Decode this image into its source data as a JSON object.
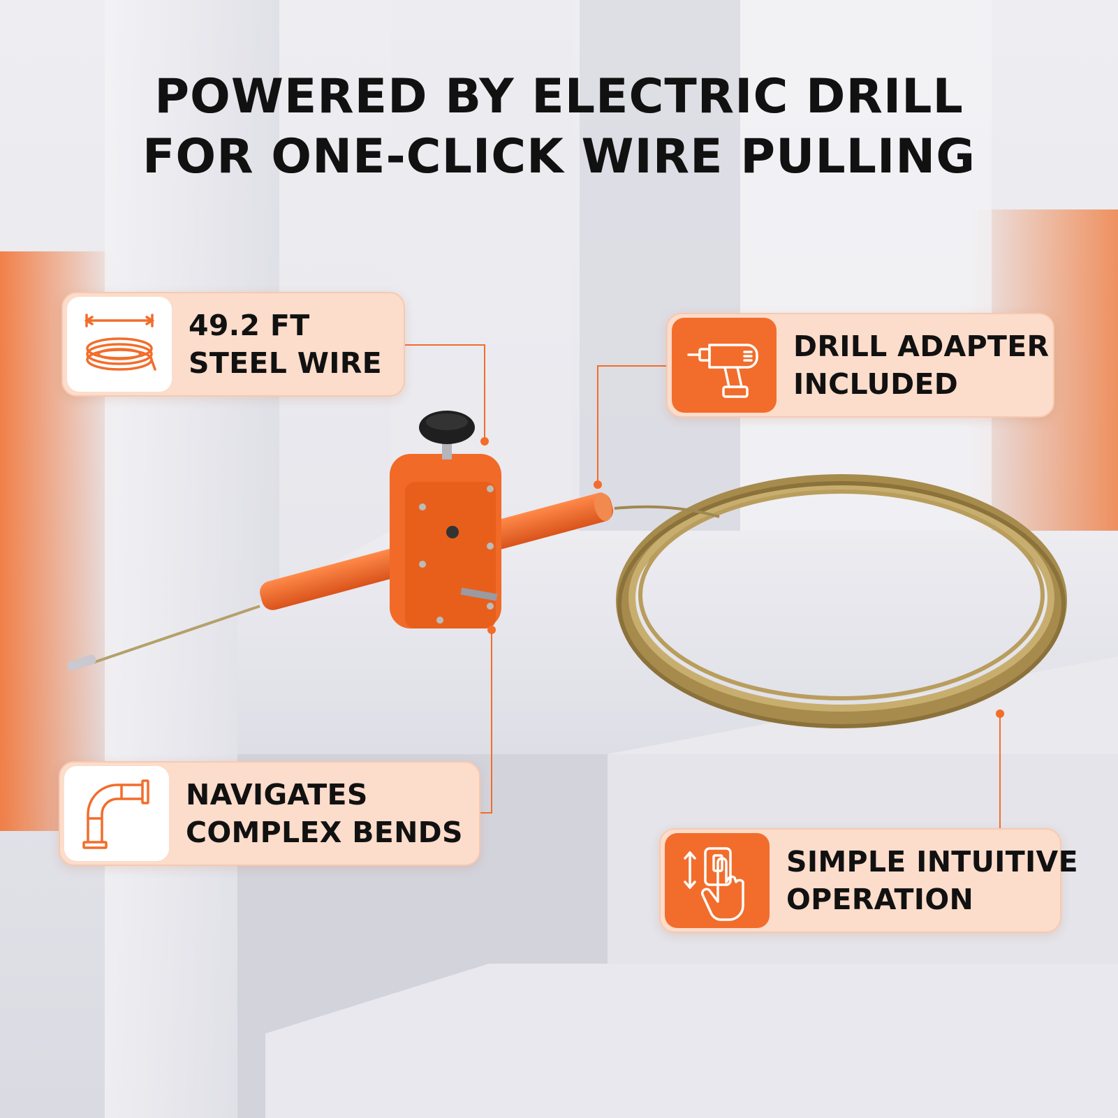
{
  "headline": {
    "line1": "POWERED BY ELECTRIC DRILL",
    "line2": "FOR ONE-CLICK WIRE PULLING"
  },
  "callouts": [
    {
      "line1": "49.2 FT",
      "line2": "STEEL WIRE",
      "icon": "wire-coil-icon"
    },
    {
      "line1": "DRILL ADAPTER",
      "line2": "INCLUDED",
      "icon": "drill-icon"
    },
    {
      "line1": "NAVIGATES",
      "line2": "COMPLEX BENDS",
      "icon": "pipe-elbow-icon"
    },
    {
      "line1": "SIMPLE INTUITIVE",
      "line2": "OPERATION",
      "icon": "touch-press-icon"
    }
  ],
  "colors": {
    "accent": "#f26d2b",
    "callout_bg": "#fcdccb",
    "wire": "#b59a5a",
    "text": "#111111"
  }
}
